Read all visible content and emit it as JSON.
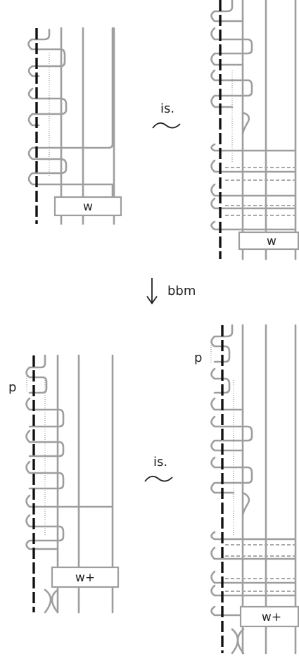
{
  "labels": {
    "top_is": "is.",
    "bottom_is": "is.",
    "move": "bbm",
    "box_top_left": "w",
    "box_top_right": "w",
    "box_bottom_left": "w+",
    "box_bottom_right": "w+",
    "p_left": "p",
    "p_right": "p"
  }
}
